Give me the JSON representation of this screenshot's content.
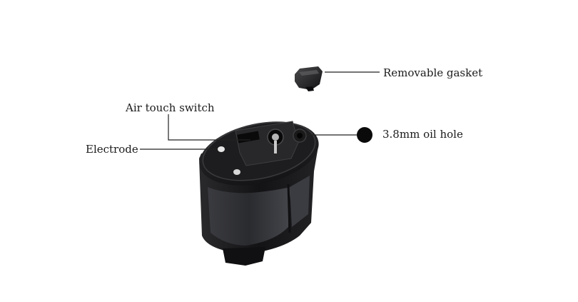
{
  "labels": {
    "removable_gasket": "Removable gasket",
    "air_touch_switch": "Air touch switch",
    "oil_hole": "3.8mm oil hole",
    "electrode": "Electrode"
  },
  "colors": {
    "background": "#ffffff",
    "pod_body": "#1b1b1d",
    "pod_window": "#2e2f33",
    "leader_line": "#222222",
    "label_text": "#1a1a1a"
  }
}
